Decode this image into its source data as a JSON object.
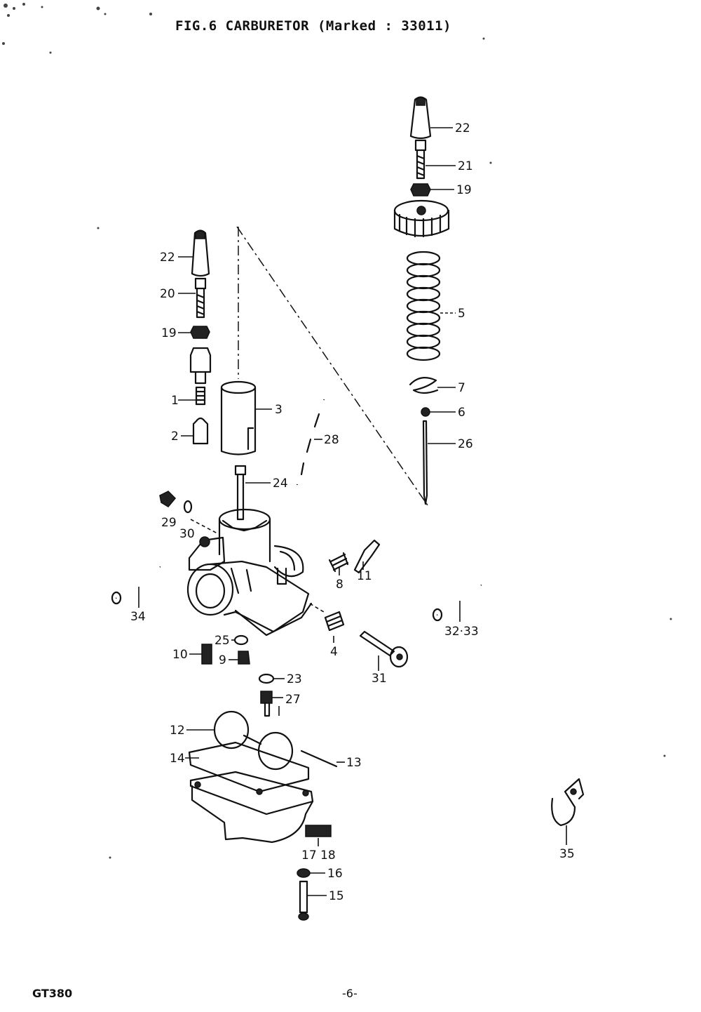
{
  "page": {
    "title": "FIG.6  CARBURETOR (Marked : 33011)",
    "footer_model": "GT380",
    "footer_page": "-6-"
  },
  "callouts": [
    {
      "id": "c22a",
      "text": "22"
    },
    {
      "id": "c21",
      "text": "21"
    },
    {
      "id": "c19a",
      "text": "19"
    },
    {
      "id": "c5",
      "text": "5"
    },
    {
      "id": "c7",
      "text": "7"
    },
    {
      "id": "c6",
      "text": "6"
    },
    {
      "id": "c26",
      "text": "26"
    },
    {
      "id": "c22b",
      "text": "22"
    },
    {
      "id": "c20",
      "text": "20"
    },
    {
      "id": "c19b",
      "text": "19"
    },
    {
      "id": "c1",
      "text": "1"
    },
    {
      "id": "c2",
      "text": "2"
    },
    {
      "id": "c3",
      "text": "3"
    },
    {
      "id": "c28",
      "text": "28"
    },
    {
      "id": "c24",
      "text": "24"
    },
    {
      "id": "c29",
      "text": "29"
    },
    {
      "id": "c30",
      "text": "30"
    },
    {
      "id": "c8",
      "text": "8"
    },
    {
      "id": "c11",
      "text": "11"
    },
    {
      "id": "c34",
      "text": "34"
    },
    {
      "id": "c3233",
      "text": "32·33"
    },
    {
      "id": "c25",
      "text": "25"
    },
    {
      "id": "c10",
      "text": "10"
    },
    {
      "id": "c9",
      "text": "9"
    },
    {
      "id": "c4",
      "text": "4"
    },
    {
      "id": "c31",
      "text": "31"
    },
    {
      "id": "c23",
      "text": "23"
    },
    {
      "id": "c27",
      "text": "27"
    },
    {
      "id": "c12",
      "text": "12"
    },
    {
      "id": "c14",
      "text": "14"
    },
    {
      "id": "c13",
      "text": "13"
    },
    {
      "id": "c1718",
      "text": "17 18"
    },
    {
      "id": "c35",
      "text": "35"
    },
    {
      "id": "c16",
      "text": "16"
    },
    {
      "id": "c15",
      "text": "15"
    }
  ]
}
